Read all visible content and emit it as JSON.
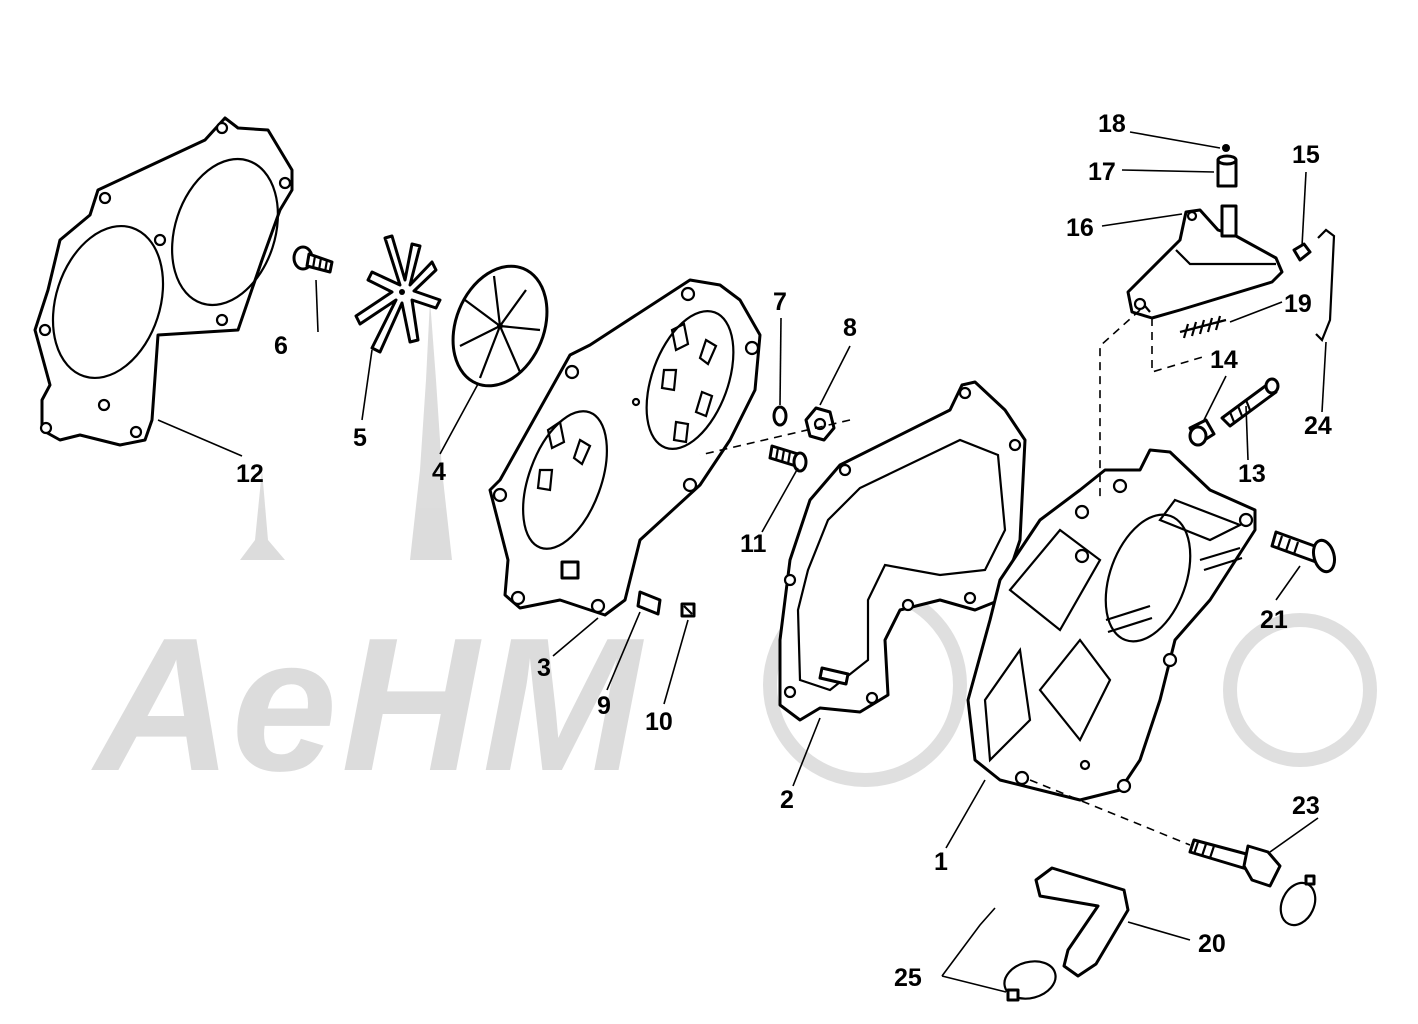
{
  "watermark": {
    "text": "АеНМ"
  },
  "callouts": [
    {
      "num": "1"
    },
    {
      "num": "2"
    },
    {
      "num": "3"
    },
    {
      "num": "4"
    },
    {
      "num": "5"
    },
    {
      "num": "6"
    },
    {
      "num": "7"
    },
    {
      "num": "8"
    },
    {
      "num": "9"
    },
    {
      "num": "10"
    },
    {
      "num": "11"
    },
    {
      "num": "12"
    },
    {
      "num": "13"
    },
    {
      "num": "14"
    },
    {
      "num": "15"
    },
    {
      "num": "16"
    },
    {
      "num": "17"
    },
    {
      "num": "18"
    },
    {
      "num": "19"
    },
    {
      "num": "20"
    },
    {
      "num": "21"
    },
    {
      "num": "23"
    },
    {
      "num": "24"
    },
    {
      "num": "25"
    }
  ]
}
